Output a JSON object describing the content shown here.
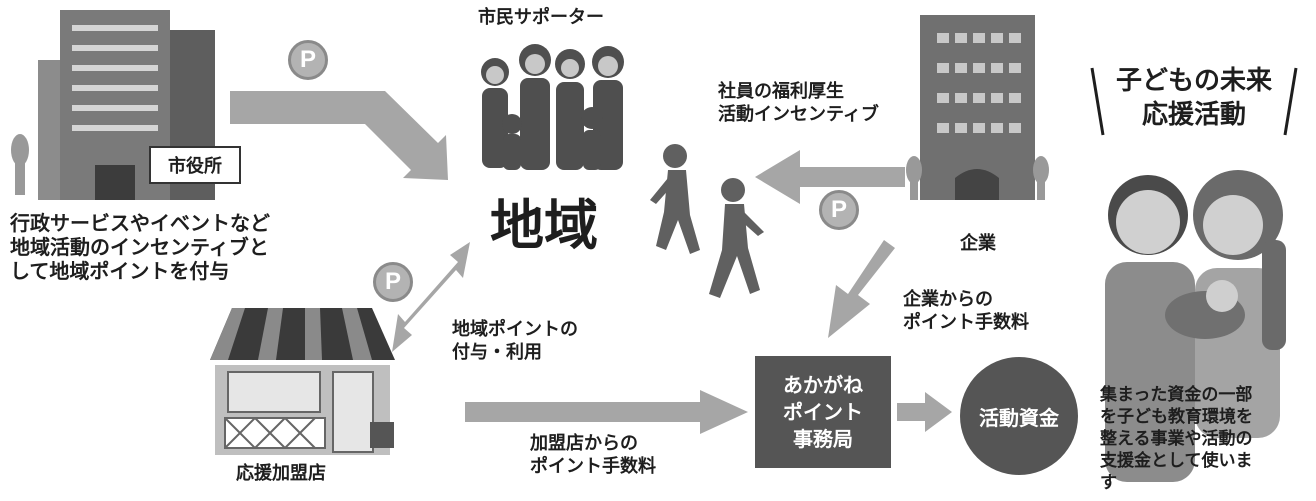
{
  "city_hall": {
    "sign": "市役所",
    "description_lines": [
      "行政サービスやイベントなど",
      "地域活動のインセンティブと",
      "して地域ポイントを付与"
    ]
  },
  "citizens": {
    "label": "市民サポーター"
  },
  "region": {
    "label": "地域"
  },
  "company": {
    "label": "企業",
    "benefit_lines": [
      "社員の福利厚生",
      "活動インセンティブ"
    ],
    "fee_lines": [
      "企業からの",
      "ポイント手数料"
    ]
  },
  "store": {
    "label": "応援加盟店",
    "exchange_lines": [
      "地域ポイントの",
      "付与・利用"
    ],
    "fee_lines": [
      "加盟店からの",
      "ポイント手数料"
    ]
  },
  "office": {
    "lines": [
      "あかがね",
      "ポイント",
      "事務局"
    ]
  },
  "fund": {
    "label": "活動資金"
  },
  "children": {
    "heading_lines": [
      "子どもの未来",
      "応援活動"
    ],
    "description_lines": [
      "集まった資金の一部",
      "を子ども教育環境を",
      "整える事業や活動の",
      "支援金として使いま",
      "す"
    ]
  },
  "point_badge": "P",
  "colors": {
    "arrow": "#a6a6a6",
    "box": "#555555",
    "badge": "#b3b3b3",
    "text": "#1e1e1e"
  }
}
